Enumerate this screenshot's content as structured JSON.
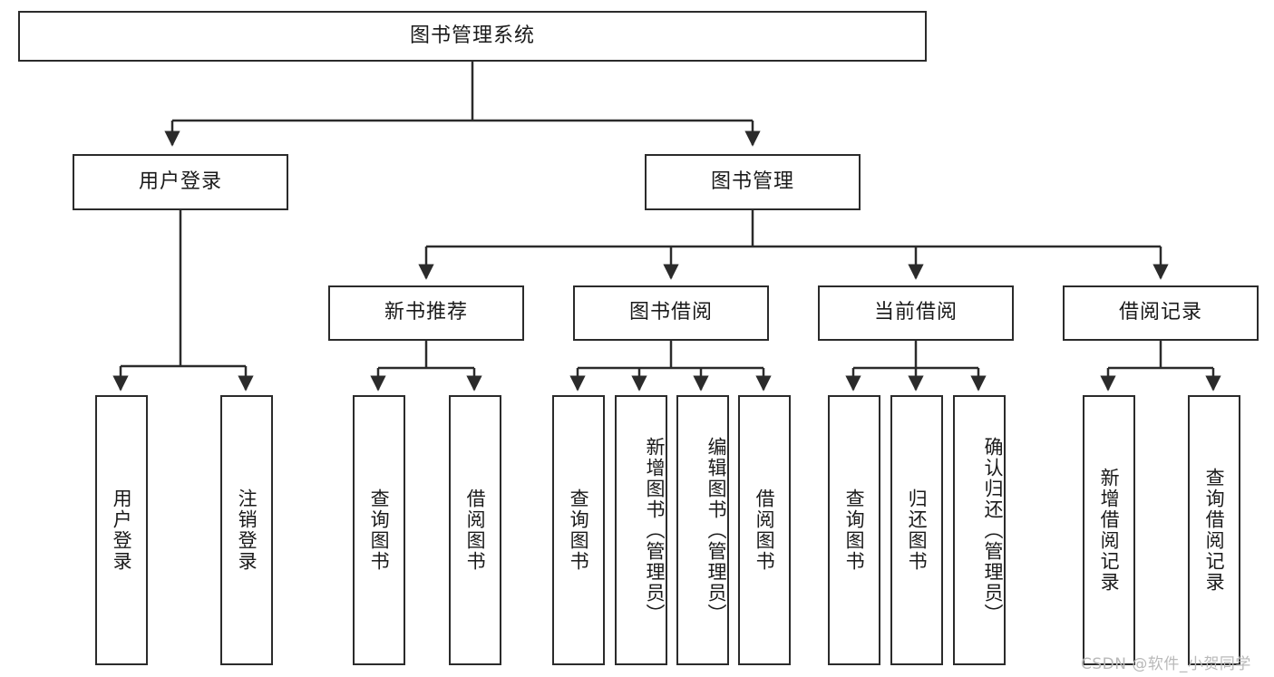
{
  "diagram": {
    "title": "图书管理系统",
    "type": "hierarchy-tree",
    "colors": {
      "box_border": "#2b2b2b",
      "box_fill": "#ffffff",
      "edge": "#2b2b2b",
      "text": "#1a1a1a",
      "watermark": "#b9b9b9"
    },
    "root": {
      "label": "图书管理系统"
    },
    "level2": [
      {
        "label": "用户登录"
      },
      {
        "label": "图书管理"
      }
    ],
    "level3": [
      {
        "label": "新书推荐"
      },
      {
        "label": "图书借阅"
      },
      {
        "label": "当前借阅"
      },
      {
        "label": "借阅记录"
      }
    ],
    "leaves": {
      "user_login": [
        {
          "label": "用户登录"
        },
        {
          "label": "注销登录"
        }
      ],
      "new_book_recommend": [
        {
          "label": "查询图书"
        },
        {
          "label": "借阅图书"
        }
      ],
      "book_borrow": [
        {
          "label": "查询图书"
        },
        {
          "label": "新增图书（管理员）"
        },
        {
          "label": "编辑图书（管理员）"
        },
        {
          "label": "借阅图书"
        }
      ],
      "current_borrow": [
        {
          "label": "查询图书"
        },
        {
          "label": "归还图书"
        },
        {
          "label": "确认归还（管理员）"
        }
      ],
      "borrow_record": [
        {
          "label": "新增借阅记录"
        },
        {
          "label": "查询借阅记录"
        }
      ]
    }
  },
  "watermark": {
    "text": "CSDN @软件_小贺同学"
  }
}
